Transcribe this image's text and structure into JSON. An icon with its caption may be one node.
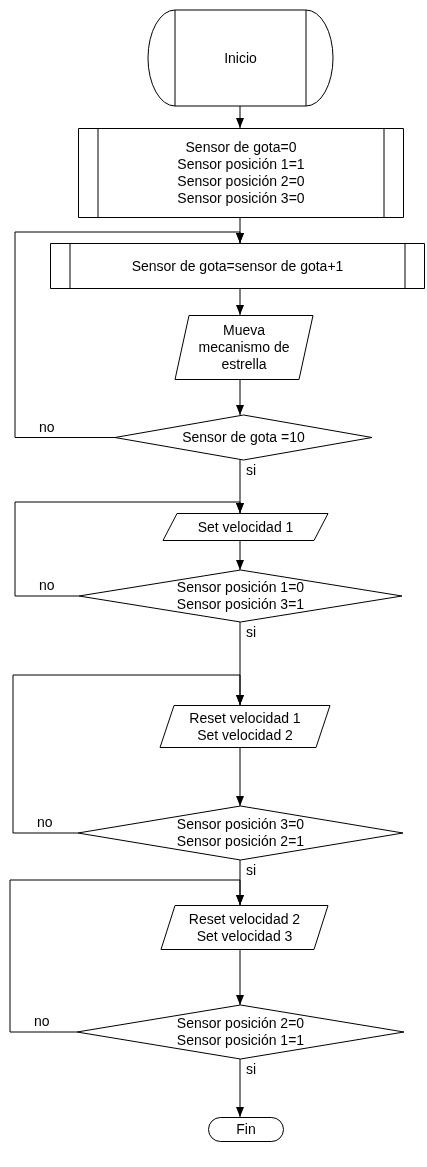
{
  "diagram": {
    "nodes": [
      {
        "text": [
          "Inicio"
        ]
      },
      {
        "text": [
          "Sensor de gota=0",
          "Sensor posición 1=1",
          "Sensor posición 2=0",
          "Sensor posición 3=0"
        ]
      },
      {
        "text": [
          "Sensor de gota=sensor de gota+1"
        ]
      },
      {
        "text": [
          "Mueva mecanismo de estrella"
        ]
      },
      {
        "text": [
          "Sensor de gota =10"
        ]
      },
      {
        "text": [
          "Set velocidad 1"
        ]
      },
      {
        "text": [
          "Sensor posición 1=0",
          "Sensor posición 3=1"
        ]
      },
      {
        "text": [
          "Reset velocidad 1",
          "Set velocidad 2"
        ]
      },
      {
        "text": [
          "Sensor posición 3=0",
          "Sensor posición 2=1"
        ]
      },
      {
        "text": [
          "Reset velocidad 2",
          "Set velocidad 3"
        ]
      },
      {
        "text": [
          "Sensor posición 2=0",
          "Sensor posición 1=1"
        ]
      },
      {
        "text": [
          "Fin"
        ]
      }
    ],
    "edges": [
      {
        "from": 0,
        "to": 1,
        "arrow": "to"
      },
      {
        "from": 1,
        "to": 2,
        "arrow": "to"
      },
      {
        "from": 2,
        "to": 3,
        "arrow": "to"
      },
      {
        "from": 3,
        "to": 4,
        "arrow": "to"
      },
      {
        "from": 4,
        "to": 2,
        "arrow": "to",
        "label": "no"
      },
      {
        "from": 4,
        "to": 5,
        "arrow": "to",
        "label": "si"
      },
      {
        "from": 5,
        "to": 6,
        "arrow": "to"
      },
      {
        "from": 6,
        "to": 5,
        "arrow": "to",
        "label": "no"
      },
      {
        "from": 6,
        "to": 7,
        "arrow": "to",
        "label": "si"
      },
      {
        "from": 7,
        "to": 8,
        "arrow": "to"
      },
      {
        "from": 8,
        "to": 7,
        "arrow": "to",
        "label": "no"
      },
      {
        "from": 8,
        "to": 9,
        "arrow": "to",
        "label": "si"
      },
      {
        "from": 9,
        "to": 10,
        "arrow": "to"
      },
      {
        "from": 10,
        "to": 9,
        "arrow": "to",
        "label": "no"
      },
      {
        "from": 10,
        "to": 11,
        "arrow": "to",
        "label": "si"
      }
    ]
  }
}
